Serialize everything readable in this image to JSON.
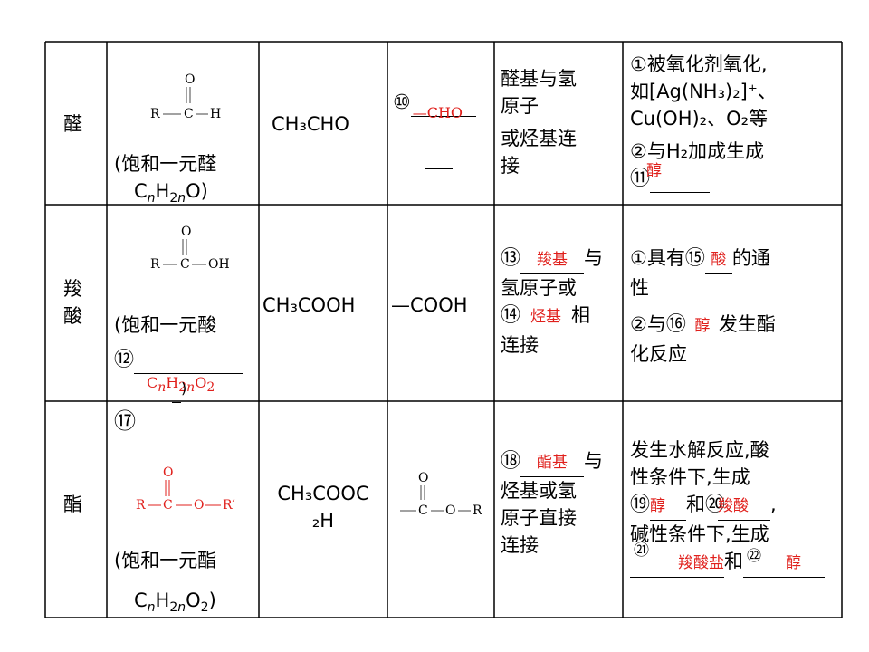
{
  "rows": {
    "aldehyde": {
      "name": "醛",
      "formula_atoms": {
        "o": "O",
        "r": "R",
        "c": "C",
        "h": "H"
      },
      "general_prefix": "(饱和一元醛",
      "general_formula": "CnH2nO)",
      "example": "CH₃CHO",
      "fg_num": "⑩",
      "fg_answer": "—CHO",
      "struct_l1": "醛基与氢",
      "struct_l2": "原子",
      "struct_l3": "或烃基连",
      "struct_l4": "接",
      "prop_l1": "①被氧化剂氧化,",
      "prop_l2": "如[Ag(NH₃)₂]⁺、",
      "prop_l3": "Cu(OH)₂、O₂等",
      "prop_l4": "②与H₂加成生成",
      "prop_num": "⑪",
      "prop_answer": "醇"
    },
    "acid": {
      "name_l1": "羧",
      "name_l2": "酸",
      "formula_atoms": {
        "o": "O",
        "r": "R",
        "c": "C",
        "oh": "OH"
      },
      "general_prefix": "(饱和一元酸",
      "general_num": "⑫",
      "general_answer": "CnH2nO2",
      "general_suffix": ")",
      "example": "CH₃COOH",
      "fg": "—COOH",
      "struct_num1": "⑬",
      "struct_ans1": "羧基",
      "struct_l1_tail": "与",
      "struct_l2": "氢原子或",
      "struct_num2": "⑭",
      "struct_ans2": "烃基",
      "struct_l3_tail": "相",
      "struct_l4": "连接",
      "prop_l1_pre": "①具有",
      "prop_num1": "⑮",
      "prop_ans1": "酸",
      "prop_l1_tail": "的通",
      "prop_l2": "性",
      "prop_l3_pre": "②与",
      "prop_num2": "⑯",
      "prop_ans2": "醇",
      "prop_l3_tail": "发生酯",
      "prop_l4": "化反应"
    },
    "ester": {
      "name": "酯",
      "formula_num": "⑰",
      "formula_atoms": {
        "o": "O",
        "r": "R",
        "c": "C",
        "o2": "O",
        "r2": "R′"
      },
      "general_prefix": "(饱和一元酯",
      "general_formula": "CnH2nO2)",
      "example_l1": "CH₃COOC",
      "example_l2": "₂H",
      "fg_atoms": {
        "o": "O",
        "c": "C",
        "o2": "O",
        "r": "R"
      },
      "struct_num": "⑱",
      "struct_ans": "酯基",
      "struct_l1_tail": "与",
      "struct_l2": "烃基或氢",
      "struct_l3": "原子直接",
      "struct_l4": "连接",
      "prop_l1": "发生水解反应,酸",
      "prop_l2": "性条件下,生成",
      "prop_num1": "⑲",
      "prop_ans1": "醇",
      "prop_l3_mid": "和",
      "prop_num2": "⑳",
      "prop_ans2": "羧酸",
      "prop_l3_tail": ",",
      "prop_l4": "碱性条件下,生成",
      "prop_num3": "㉑",
      "prop_ans3": "羧酸盐",
      "prop_l5_mid": "和",
      "prop_num4": "㉒",
      "prop_ans4": "醇"
    }
  }
}
